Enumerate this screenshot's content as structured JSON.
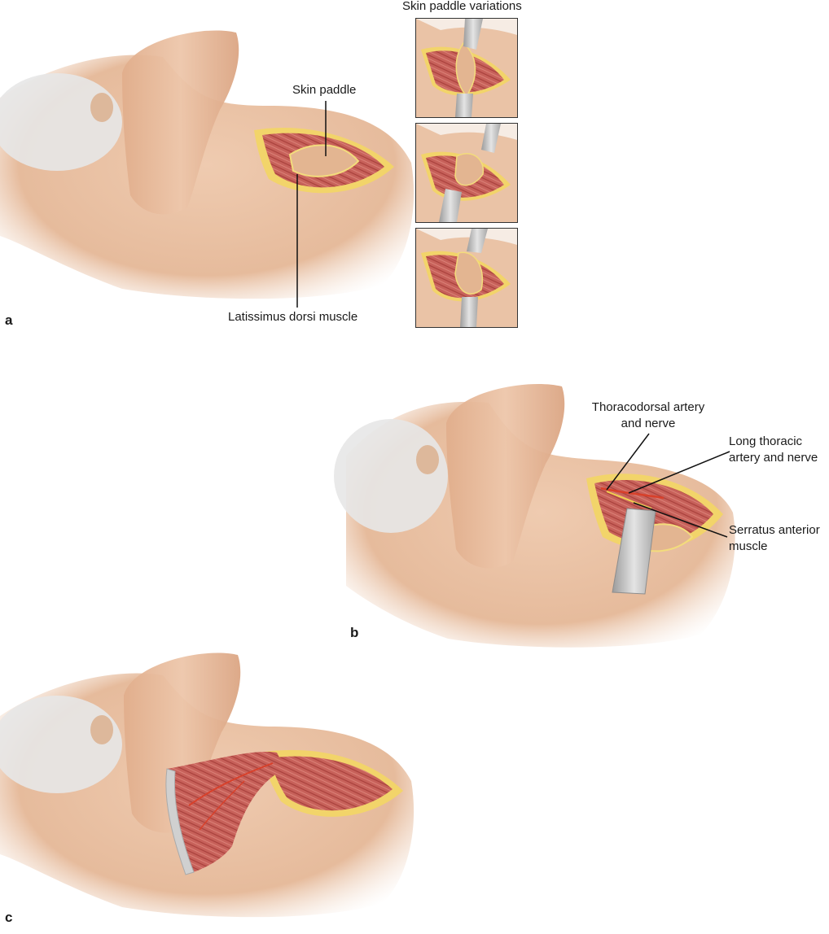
{
  "panel_a": {
    "letter": "a",
    "skin_paddle_label": "Skin paddle",
    "latissimus_label": "Latissimus dorsi muscle",
    "variations_title": "Skin paddle variations"
  },
  "panel_b": {
    "letter": "b",
    "thoracodorsal_line1": "Thoracodorsal artery",
    "thoracodorsal_line2": "and nerve",
    "long_thoracic_line1": "Long thoracic",
    "long_thoracic_line2": "artery and nerve",
    "serratus_line1": "Serratus anterior",
    "serratus_line2": "muscle"
  },
  "panel_c": {
    "letter": "c"
  },
  "colors": {
    "skin": "#eac3a6",
    "skin_shadow": "#d9a684",
    "muscle": "#c8605a",
    "muscle_dark": "#a8403c",
    "fat": "#f2d46a",
    "paddle": "#e3b591",
    "retractor": "#b9b9b9",
    "hair": "#dedede",
    "artery": "#d8402a"
  }
}
